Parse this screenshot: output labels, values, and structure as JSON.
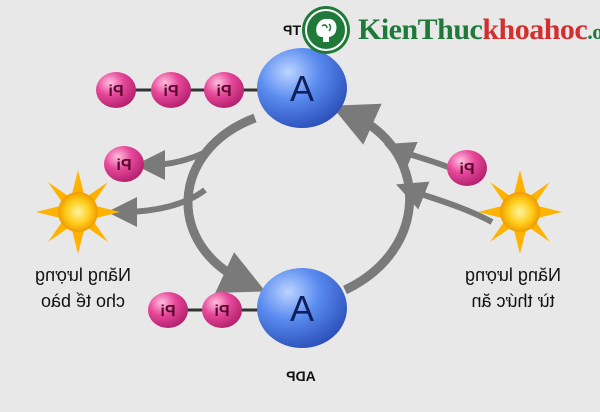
{
  "watermark": {
    "part1": "KienThuc",
    "part2": "khoahoc",
    "part3": ".org"
  },
  "labels": {
    "top_molecule": "TP",
    "bottom_molecule": "ADP",
    "energy_left_line1": "Năng lượng",
    "energy_left_line2": "cho tế bào",
    "energy_right_line1": "Năng lượng",
    "energy_right_line2": "từ thức ăn",
    "adenosine": "A",
    "phosphate": "Pi"
  },
  "colors": {
    "background": "#e8e8e8",
    "adenosine_blue": "#3b6fd8",
    "phosphate_pink": "#d8338a",
    "arrow_gray": "#777777",
    "sun_yellow": "#ffc21a",
    "watermark_green": "#1f7a3a",
    "watermark_red": "#d32f2f"
  }
}
